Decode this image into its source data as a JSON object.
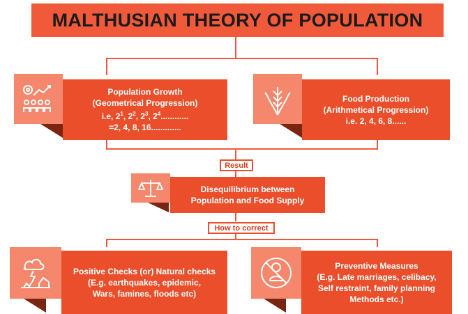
{
  "title": "MALTHUSIAN THEORY OF POPULATION",
  "population": {
    "heading": "Population Growth",
    "sub": "(Geometrical Progression)",
    "seq_prefix": "i.e, 2",
    "seq_exps": [
      "1",
      "2",
      "3",
      "4"
    ],
    "seq_tail": "............",
    "result": "=2, 4, 8, 16.............",
    "icon": "population-growth-icon"
  },
  "food": {
    "heading": "Food Production",
    "sub": "(Arithmetical Progression)",
    "seq": "i.e. 2, 4, 6, 8......",
    "icon": "wheat-icon"
  },
  "result_label": "Result",
  "disequilibrium": {
    "line1": "Disequilibrium between",
    "line2": "Population and Food Supply",
    "icon": "balance-scale-icon"
  },
  "correct_label": "How to correct",
  "positive": {
    "line1": "Positive Checks (or) Natural checks",
    "line2": "(E.g. earthquakes, epidemic,",
    "line3": "Wars, famines, floods etc)",
    "icon": "disaster-icon"
  },
  "preventive": {
    "line1": "Preventive Measures",
    "line2": "(E.g. Late marriages, celibacy,",
    "line3": "Self restraint, family planning",
    "line4": "Methods etc.)",
    "icon": "no-baby-icon"
  },
  "colors": {
    "accent": "#eb4e2a",
    "title_bg": "#f05a3a",
    "icon_bg": "#f4876c",
    "shadow": "#7a2512"
  }
}
